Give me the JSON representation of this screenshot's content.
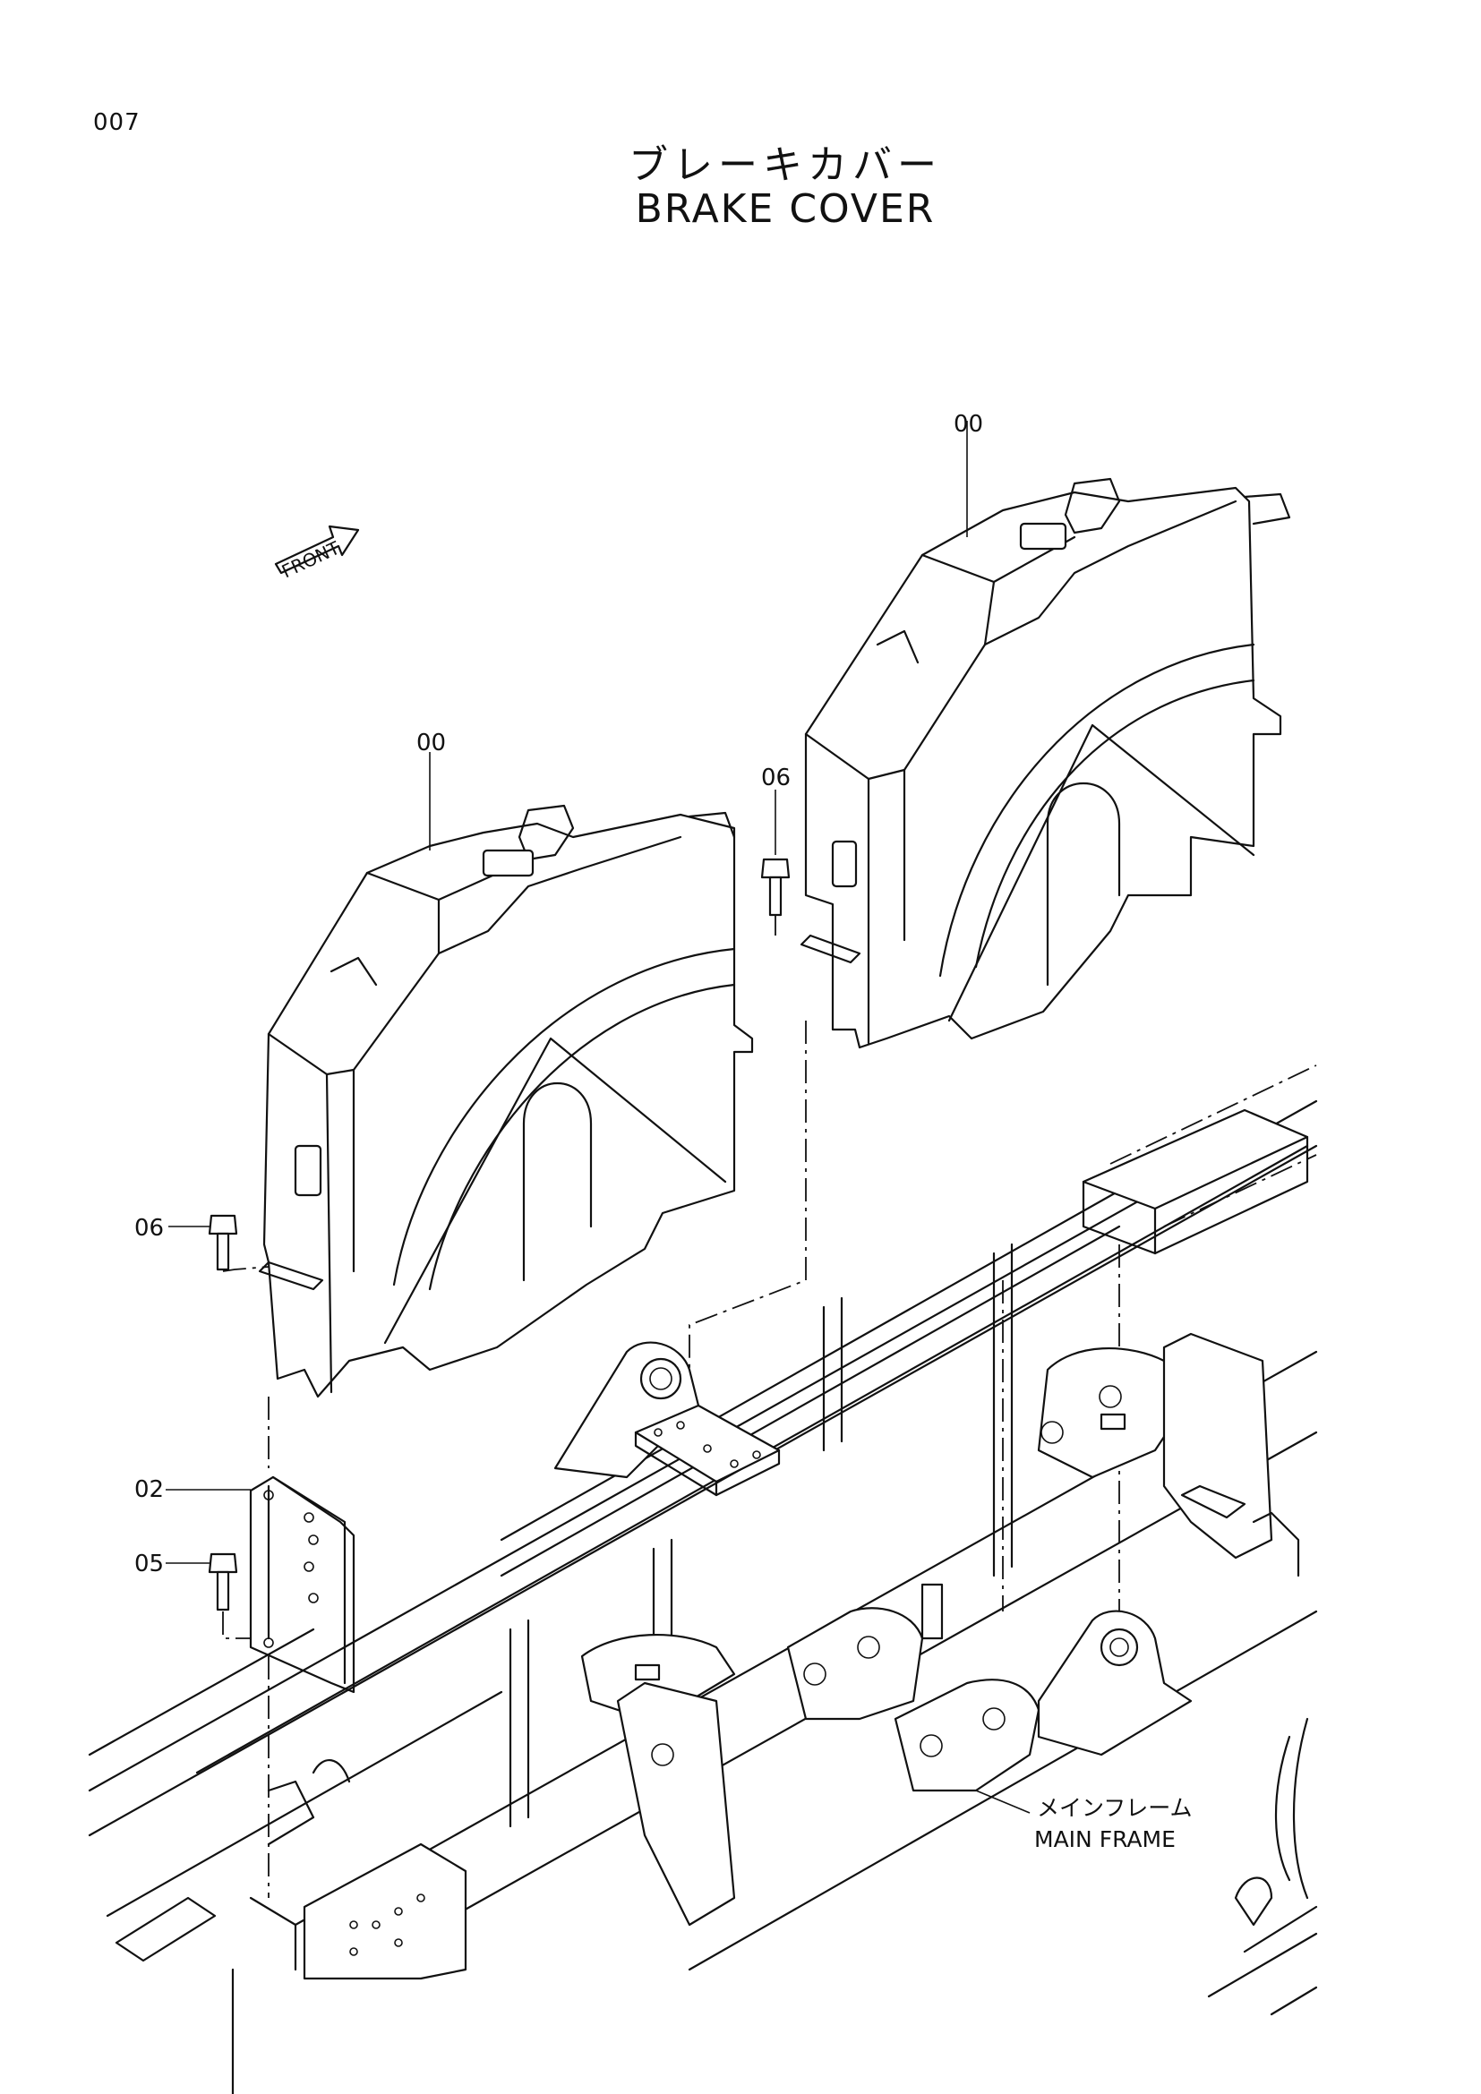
{
  "page_number": "007",
  "title_jp": "ブレーキカバー",
  "title_en": "BRAKE COVER",
  "front_label": "FRONT",
  "callouts": {
    "cover_right": "00",
    "cover_left": "00",
    "bolt_upper_right": "06",
    "bolt_left": "06",
    "bracket": "02",
    "bolt_bracket": "05"
  },
  "main_frame_label_jp": "メインフレーム",
  "main_frame_label_en": "MAIN FRAME"
}
